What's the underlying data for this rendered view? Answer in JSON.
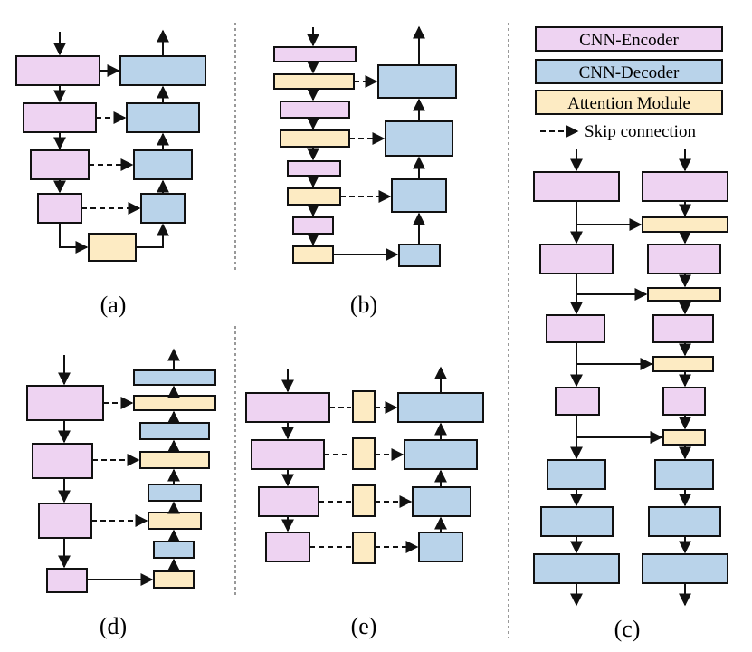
{
  "legend": {
    "encoder_label": "CNN-Encoder",
    "decoder_label": "CNN-Decoder",
    "attention_label": "Attention Module",
    "skip_label": "Skip connection"
  },
  "panels": {
    "a": "(a)",
    "b": "(b)",
    "c": "(c)",
    "d": "(d)",
    "e": "(e)"
  },
  "colors": {
    "encoder": "#eed3f2",
    "decoder": "#b9d3ea",
    "attention": "#fdebc3",
    "stroke": "#111111"
  }
}
